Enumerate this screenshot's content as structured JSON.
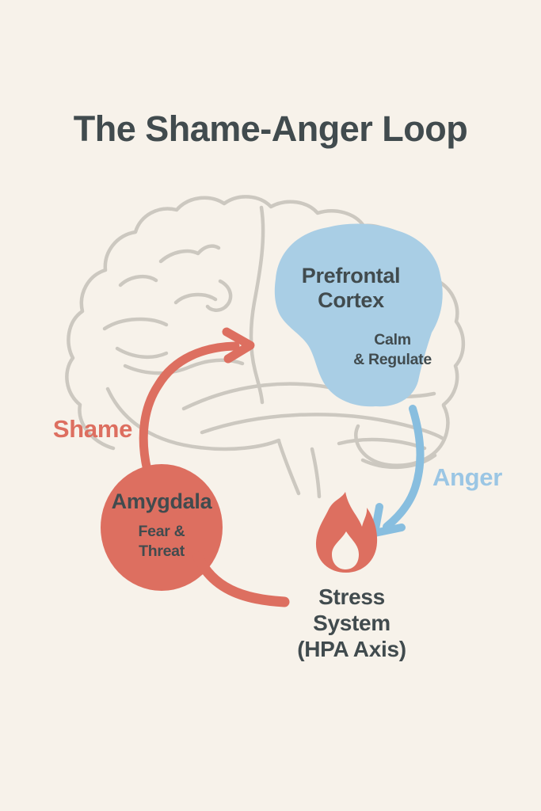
{
  "title": "The Shame-Anger Loop",
  "colors": {
    "background": "#f7f2ea",
    "text_dark": "#414b4e",
    "coral": "#dd6f60",
    "blue_fill": "#a9cee5",
    "blue_arrow": "#88bedf",
    "blue_text": "#9bc6e4",
    "brain_outline": "#ccc8c0"
  },
  "nodes": {
    "prefrontal_cortex": {
      "label": "Prefrontal\nCortex",
      "sublabel": "Calm\n& Regulate",
      "shape": "blue blob on brain frontal lobe"
    },
    "amygdala": {
      "label": "Amygdala",
      "sublabel": "Fear &\nThreat",
      "shape": "coral circle with tail"
    },
    "stress_system": {
      "label": "Stress\nSystem\n(HPA Axis)",
      "icon": "flame-icon"
    }
  },
  "edges": {
    "shame": {
      "label": "Shame",
      "from": "Amygdala",
      "to": "Prefrontal Cortex",
      "style": "coral curved arrow"
    },
    "anger": {
      "label": "Anger",
      "from": "Prefrontal Cortex",
      "to": "Stress System",
      "style": "blue curved arrow"
    }
  },
  "background_art": "gray outlined side-view brain"
}
